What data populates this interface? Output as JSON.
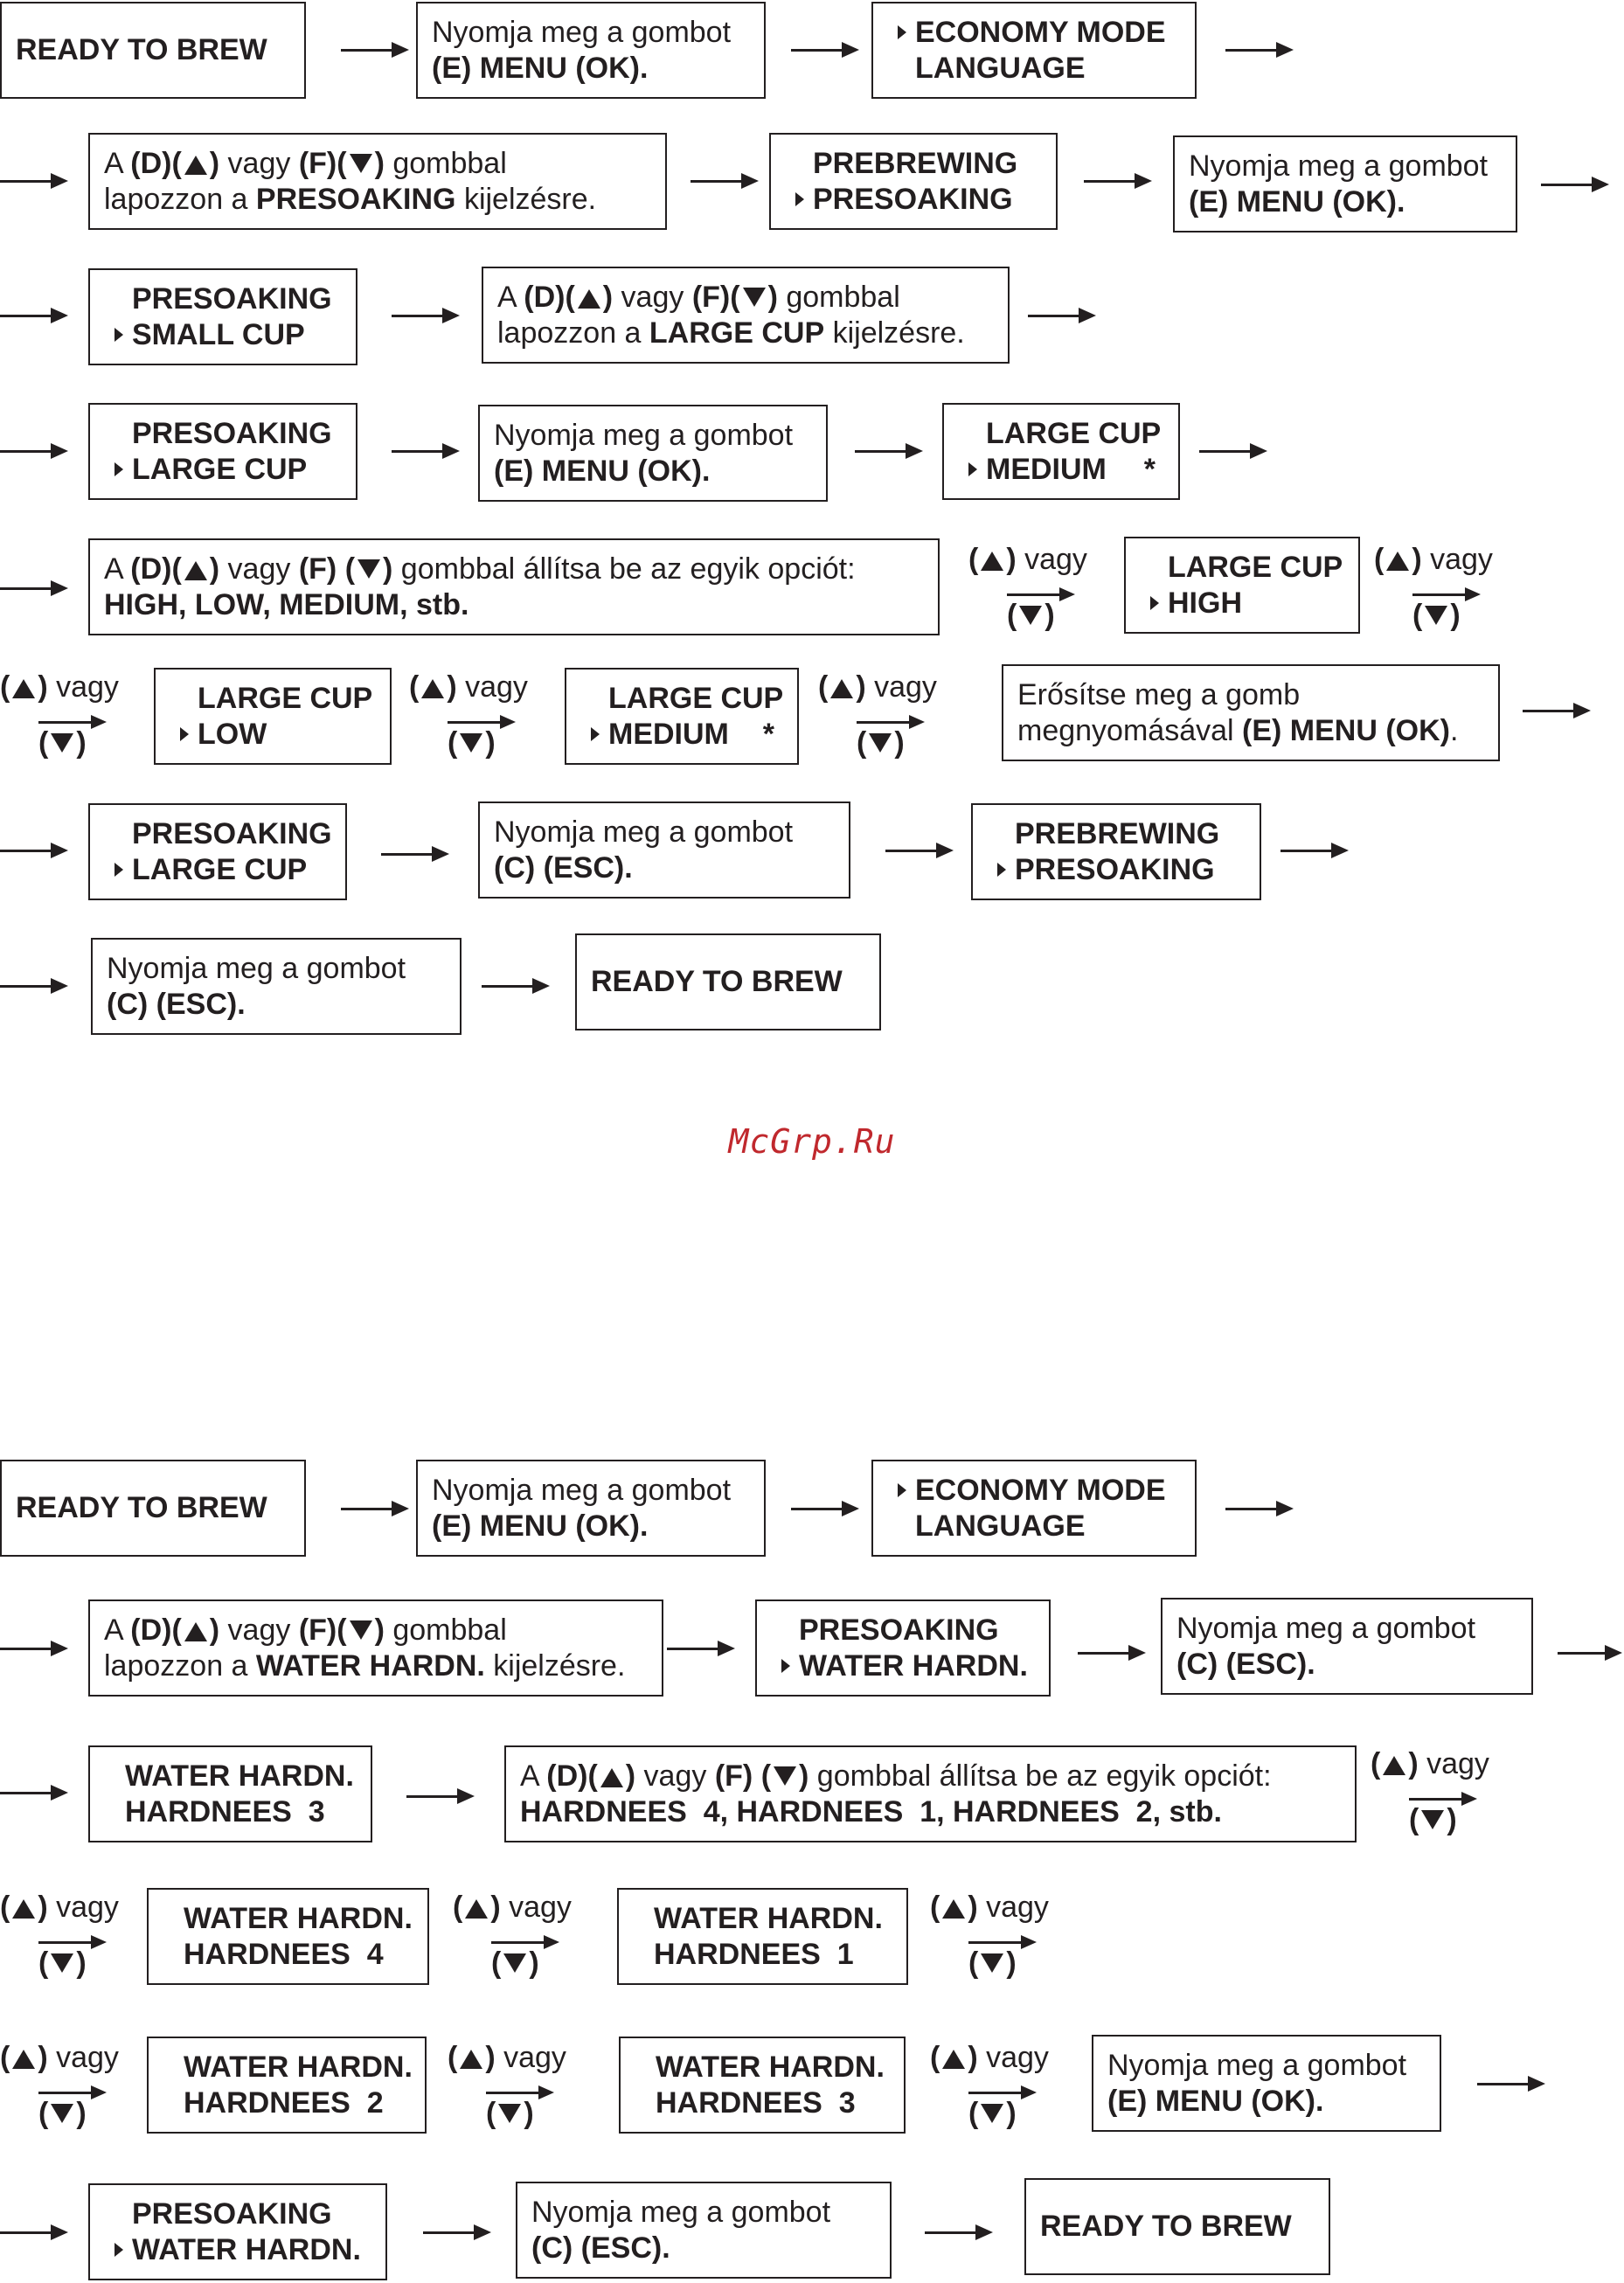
{
  "watermark": "McGrp.Ru",
  "alt_label": {
    "open": "(",
    "close": ")",
    "vagy": "vagy"
  },
  "top": {
    "ready1": "READY TO BREW",
    "press_menu1": [
      "Nyomja meg a gombot",
      "(E) MENU (OK)."
    ],
    "menu_display": [
      "ECONOMY MODE",
      "LANGUAGE"
    ],
    "scroll_presoak": {
      "pre": "A ",
      "d": "(D)",
      "mid": " vagy ",
      "f": "(F)",
      "post": " gombbal",
      "line2a": "lapozzon a ",
      "target": "PRESOAKING",
      "line2b": " kijelzésre."
    },
    "prebrew_display": [
      "PREBREWING",
      "PRESOAKING"
    ],
    "press_menu2": [
      "Nyomja meg a gombot",
      "(E) MENU (OK)."
    ],
    "presoak_small": [
      "PRESOAKING",
      "SMALL CUP"
    ],
    "scroll_large": {
      "pre": "A ",
      "d": "(D)",
      "mid": " vagy ",
      "f": "(F)",
      "post": " gombbal",
      "line2a": "lapozzon a ",
      "target": "LARGE CUP",
      "line2b": " kijelzésre."
    },
    "presoak_large": [
      "PRESOAKING",
      "LARGE CUP"
    ],
    "press_menu3": [
      "Nyomja meg a gombot",
      "(E) MENU (OK)."
    ],
    "large_medium": [
      "LARGE CUP",
      "MEDIUM",
      "*"
    ],
    "set_option": {
      "pre": "A ",
      "d": "(D)",
      "mid": " vagy ",
      "f": "(F)",
      "post": " gombbal állítsa be az egyik opciót:",
      "line2": "HIGH, LOW, MEDIUM, stb."
    },
    "large_high": [
      "LARGE CUP",
      "HIGH"
    ],
    "large_low": [
      "LARGE CUP",
      "LOW"
    ],
    "large_medium2": [
      "LARGE CUP",
      "MEDIUM",
      "*"
    ],
    "confirm": {
      "line1": "Erősítse meg a gomb",
      "line2a": "megnyomásával ",
      "line2b": "(E) MENU (OK)",
      "line2c": "."
    },
    "presoak_large2": [
      "PRESOAKING",
      "LARGE CUP"
    ],
    "press_esc1": [
      "Nyomja meg a gombot",
      "(C) (ESC)."
    ],
    "prebrew_display2": [
      "PREBREWING",
      "PRESOAKING"
    ],
    "press_esc2": [
      "Nyomja meg a gombot",
      "(C) (ESC)."
    ],
    "ready2": "READY TO BREW"
  },
  "bottom": {
    "ready1": "READY TO BREW",
    "press_menu1": [
      "Nyomja meg a gombot",
      "(E) MENU (OK)."
    ],
    "menu_display": [
      "ECONOMY MODE",
      "LANGUAGE"
    ],
    "scroll_water": {
      "pre": "A ",
      "d": "(D)",
      "mid": " vagy ",
      "f": "(F)",
      "post": " gombbal",
      "line2a": "lapozzon a ",
      "target": "WATER HARDN.",
      "line2b": " kijelzésre."
    },
    "presoak_water": [
      "PRESOAKING",
      "WATER HARDN."
    ],
    "press_esc1": [
      "Nyomja meg a gombot",
      "(C) (ESC)."
    ],
    "water_3a": [
      "WATER HARDN.",
      "HARDNEES  3"
    ],
    "set_option": {
      "pre": "A ",
      "d": "(D)",
      "mid": " vagy ",
      "f": "(F)",
      "post": " gombbal állítsa be az egyik opciót:",
      "line2": "HARDNEES  4, HARDNEES  1, HARDNEES  2, stb."
    },
    "water_4": [
      "WATER HARDN.",
      "HARDNEES  4"
    ],
    "water_1": [
      "WATER HARDN.",
      "HARDNEES  1"
    ],
    "water_2": [
      "WATER HARDN.",
      "HARDNEES  2"
    ],
    "water_3b": [
      "WATER HARDN.",
      "HARDNEES  3"
    ],
    "press_menu2": [
      "Nyomja meg a gombot",
      "(E) MENU (OK)."
    ],
    "presoak_water2": [
      "PRESOAKING",
      "WATER HARDN."
    ],
    "press_esc2": [
      "Nyomja meg a gombot",
      "(C) (ESC)."
    ],
    "ready2": "READY TO BREW"
  }
}
